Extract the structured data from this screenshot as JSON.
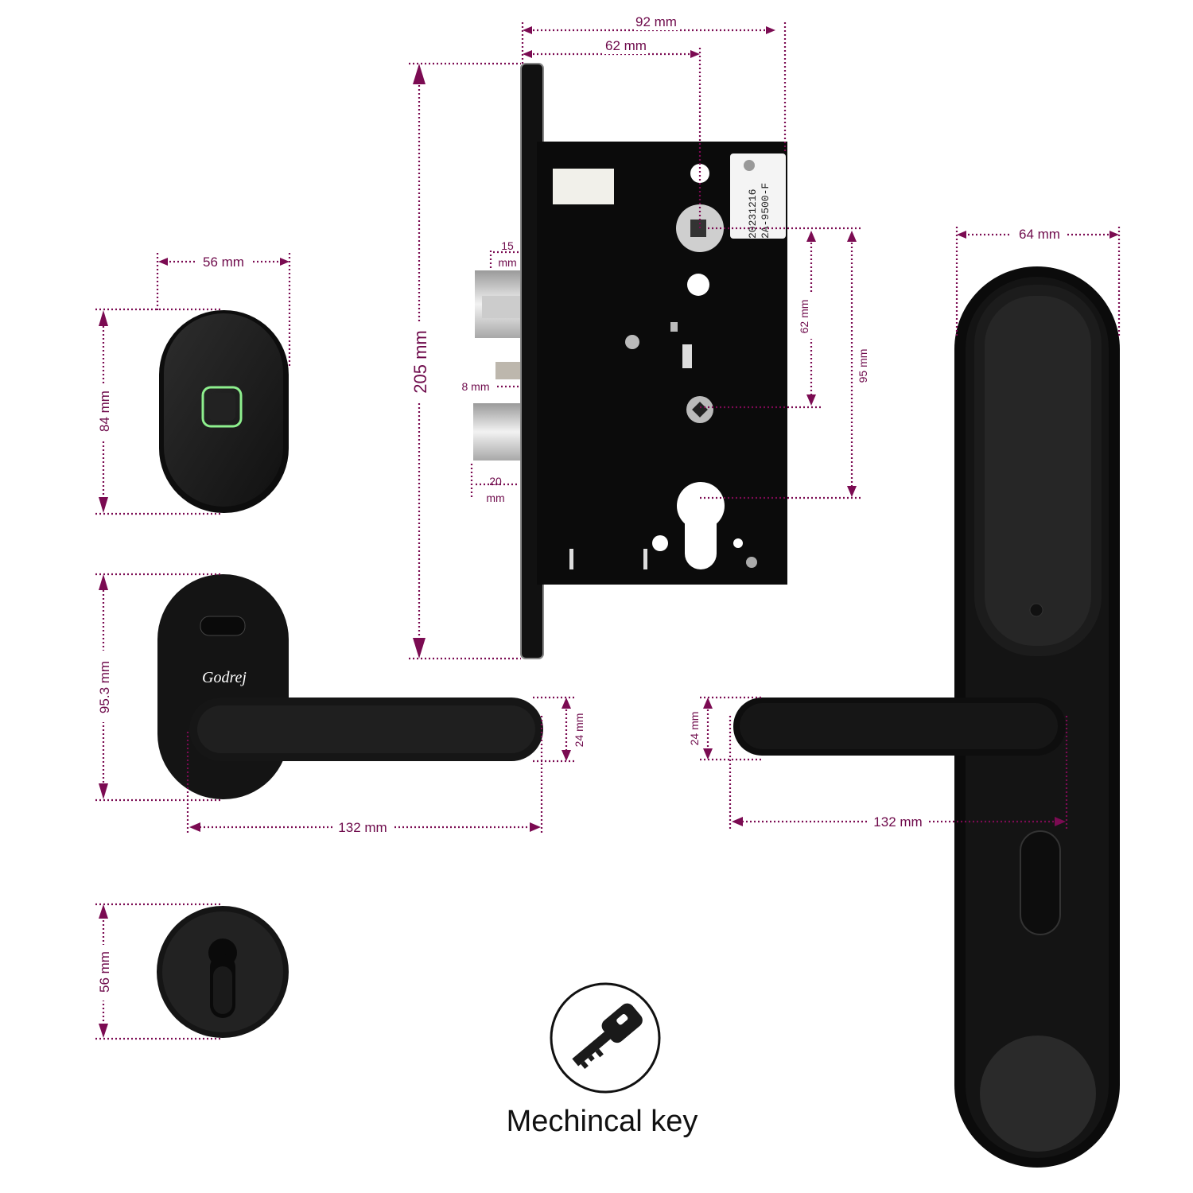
{
  "dimensions": {
    "mortise_width_total": "92 mm",
    "mortise_backset": "62 mm",
    "mortise_height": "205 mm",
    "latch_projection": "15 mm",
    "latch_projection_unit": "mm",
    "latch_projection_value": "15",
    "deadbolt_gap": "8 mm",
    "deadbolt_projection_value": "20",
    "deadbolt_projection_unit": "mm",
    "spindle_to_sensor": "62 mm",
    "spindle_to_cylinder": "95 mm",
    "outer_handle_width": "64 mm",
    "fingerprint_width": "56 mm",
    "fingerprint_height": "84 mm",
    "inner_rose_height": "95.3 mm",
    "inner_lever_length": "132 mm",
    "inner_lever_thickness": "24 mm",
    "outer_lever_thickness": "24 mm",
    "outer_lever_length": "132 mm",
    "cylinder_rose_diameter": "56 mm"
  },
  "mortise_label": {
    "line1": "20231216",
    "line2": "2A-9500-F"
  },
  "brand_logo": "Godrej",
  "key_badge": {
    "icon": "key-icon",
    "caption": "Mechincal key"
  },
  "colors": {
    "dimension": "#7b0b52",
    "product": "#1a1a1a",
    "fingerprint_glow": "#8ef08e"
  }
}
